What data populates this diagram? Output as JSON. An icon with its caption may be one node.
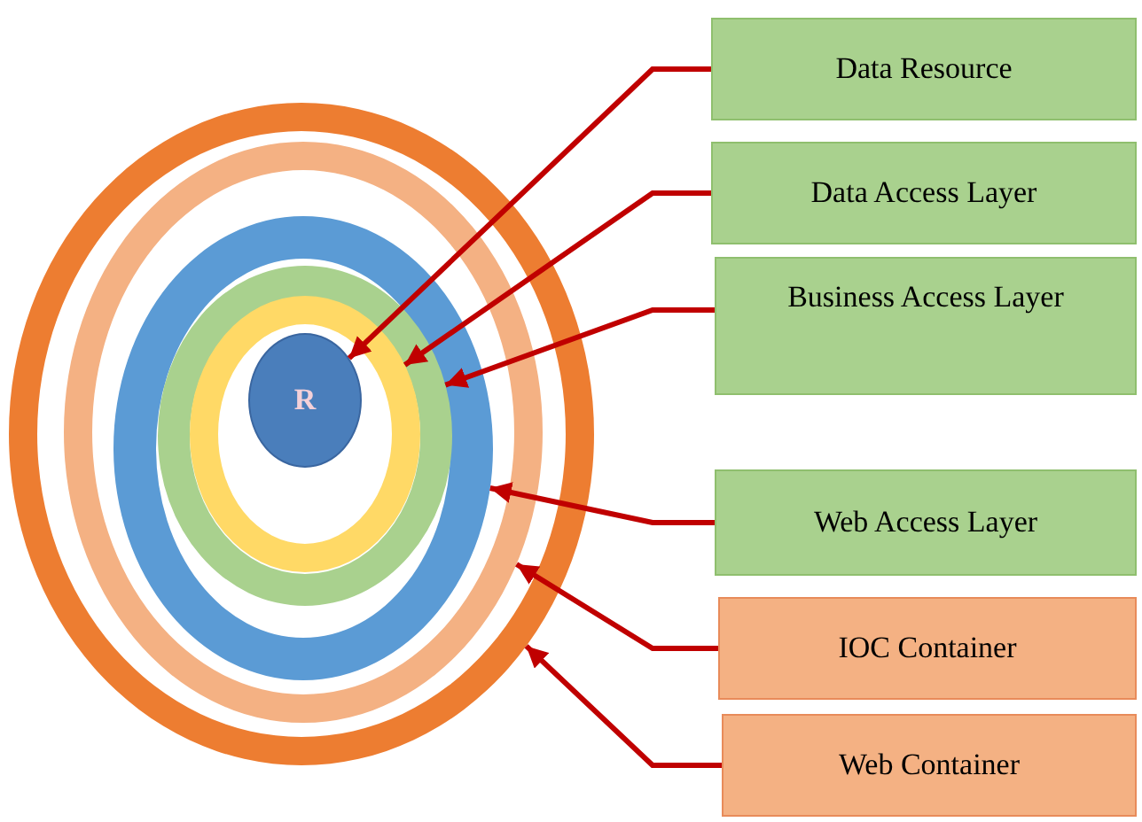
{
  "diagram": {
    "nodes": [
      {
        "text": [],
        "shape": "circle"
      },
      {
        "text": [],
        "shape": "circle",
        "in": 0
      },
      {
        "text": [],
        "shape": "circle",
        "in": 1
      },
      {
        "text": [],
        "shape": "circle",
        "in": 2
      },
      {
        "text": [],
        "shape": "circle",
        "in": 3
      },
      {
        "text": [
          "R"
        ],
        "in": 4
      },
      {
        "text": [
          "Data Resource"
        ]
      },
      {
        "text": [
          "Data Access Layer"
        ]
      },
      {
        "text": [
          "Business Access Layer"
        ]
      },
      {
        "text": [
          "Web Access Layer"
        ]
      },
      {
        "text": [
          "IOC Container"
        ]
      },
      {
        "text": [
          "Web Container"
        ]
      }
    ],
    "edges": [
      {
        "from": 6,
        "to": 5,
        "arrow": "to"
      },
      {
        "from": 7,
        "to": 4,
        "arrow": "to"
      },
      {
        "from": 8,
        "to": 3,
        "arrow": "to"
      },
      {
        "from": 9,
        "to": 2,
        "arrow": "to"
      },
      {
        "from": 10,
        "to": 1,
        "arrow": "to"
      },
      {
        "from": 11,
        "to": 0,
        "arrow": "to"
      }
    ]
  }
}
